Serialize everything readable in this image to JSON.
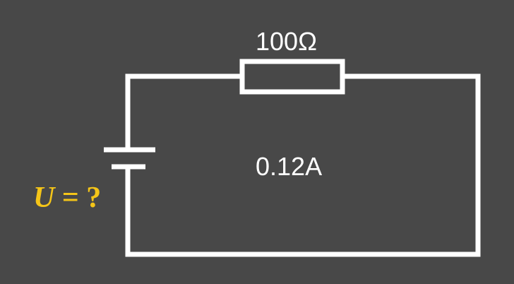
{
  "resistor": {
    "label": "100Ω"
  },
  "current": {
    "label": "0.12A"
  },
  "voltage": {
    "symbol": "U",
    "equals": " = ",
    "unknown": "?"
  },
  "colors": {
    "background": "#484848",
    "wire": "#ffffff",
    "highlight": "#f5c518"
  }
}
